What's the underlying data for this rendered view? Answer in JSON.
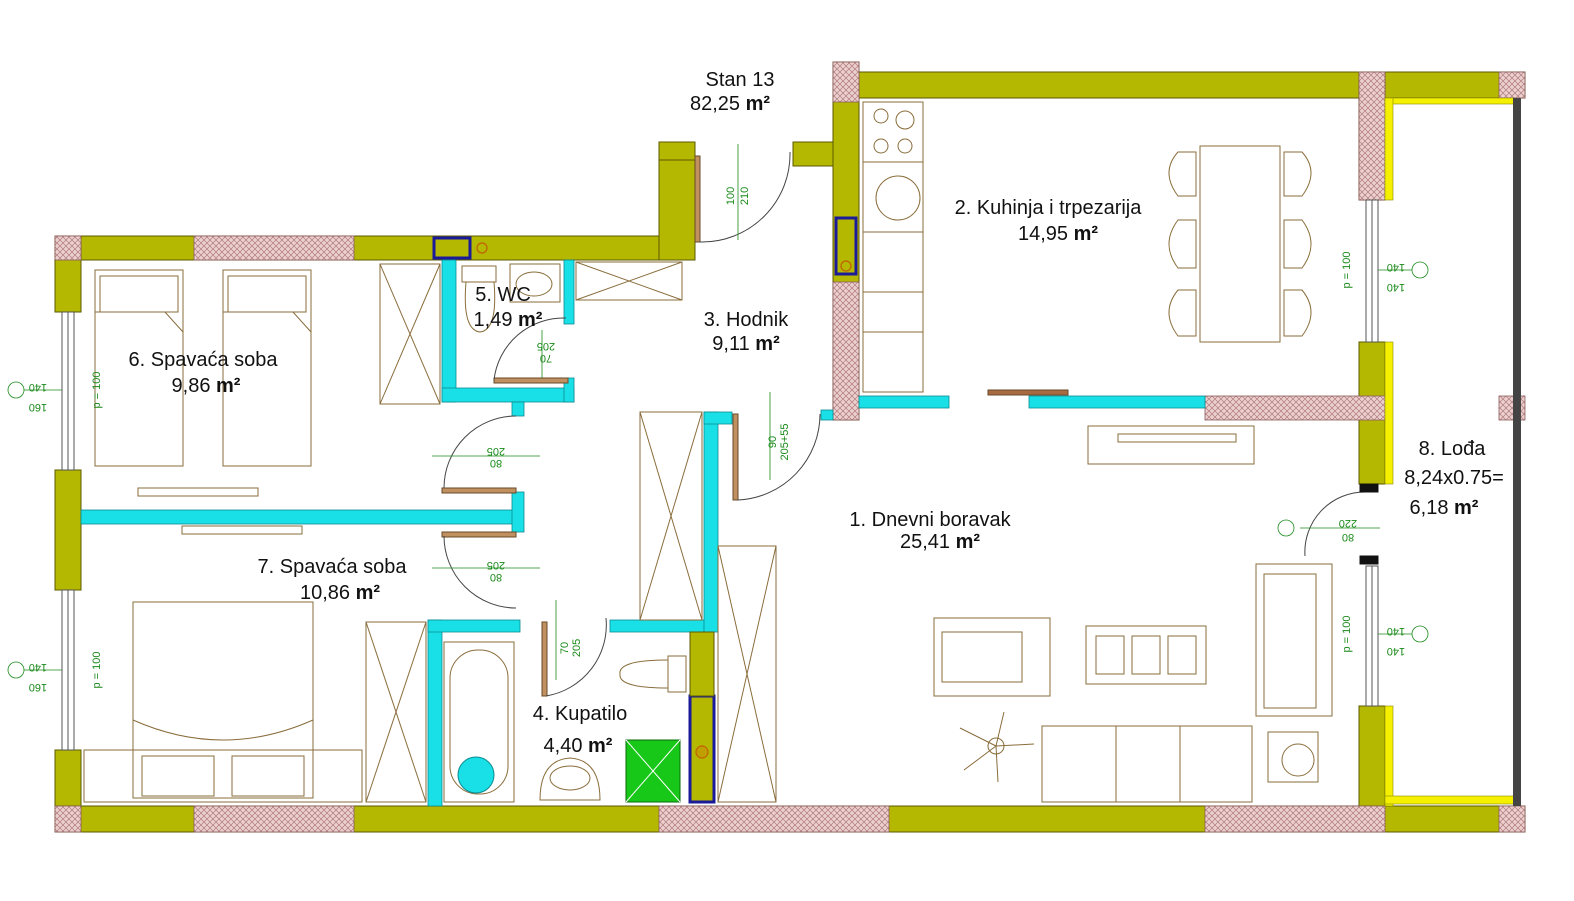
{
  "apartment": {
    "name": "Stan 13",
    "area": "82,25",
    "unit": "m²"
  },
  "rooms": [
    {
      "id": "dnevni",
      "name": "1. Dnevni boravak",
      "area": "25,41",
      "unit": "m²"
    },
    {
      "id": "kuhinja",
      "name": "2. Kuhinja i trpezarija",
      "area": "14,95",
      "unit": "m²"
    },
    {
      "id": "hodnik",
      "name": "3. Hodnik",
      "area": "9,11",
      "unit": "m²"
    },
    {
      "id": "kupatilo",
      "name": "4. Kupatilo",
      "area": "4,40",
      "unit": "m²"
    },
    {
      "id": "wc",
      "name": "5. WC",
      "area": "1,49",
      "unit": "m²"
    },
    {
      "id": "soba6",
      "name": "6. Spavaća soba",
      "area": "9,86",
      "unit": "m²"
    },
    {
      "id": "soba7",
      "name": "7. Spavaća soba",
      "area": "10,86",
      "unit": "m²"
    },
    {
      "id": "lodja",
      "name": "8. Lođa",
      "dims": "8,24x0.75=",
      "area": "6,18",
      "unit": "m²"
    }
  ],
  "dimensions": {
    "entry_door": [
      "100",
      "210"
    ],
    "wc_door": [
      "70",
      "205"
    ],
    "room6_door": [
      "80",
      "205"
    ],
    "room7_door": [
      "80",
      "205"
    ],
    "bath_door": [
      "70",
      "205"
    ],
    "living_door": [
      "90",
      "205+55"
    ],
    "loggia_door": [
      "80",
      "220"
    ],
    "window_sill": "p = 100",
    "window_left_top": [
      "140",
      "160"
    ],
    "window_left_bottom": [
      "140",
      "160"
    ],
    "window_right_top": [
      "140",
      "140"
    ],
    "window_right_bottom": [
      "140",
      "140"
    ]
  },
  "colors": {
    "wall": "#b5b800",
    "wall_hatch": "#e8c8c8",
    "partition": "#19e0e6",
    "loggia_rail": "#f5ef00",
    "furniture": "#8a6d3b",
    "dimension": "#1a8a1a",
    "shower": "#18c818",
    "install": "#1a1a9a"
  }
}
